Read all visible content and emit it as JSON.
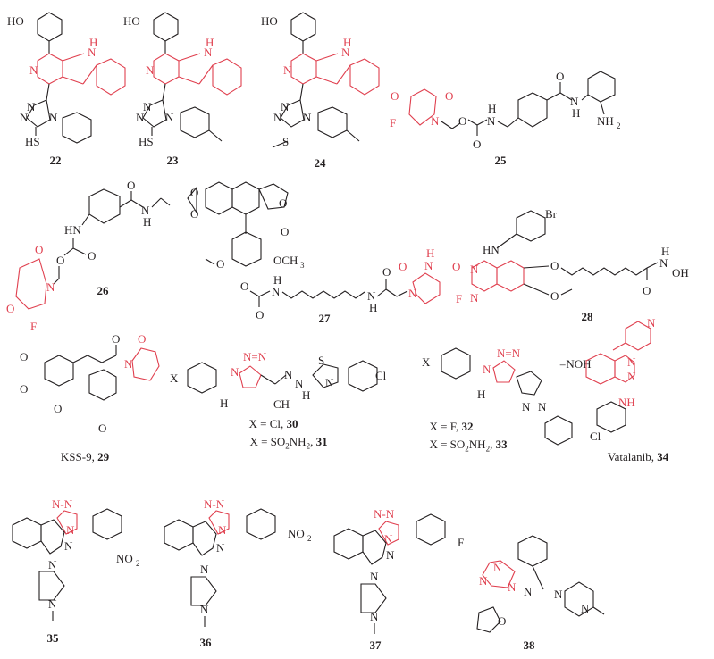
{
  "figure": {
    "highlight_color": "#e0404f",
    "line_color": "#231f20",
    "background": "#ffffff"
  },
  "compounds": [
    {
      "id": "22",
      "label": "22",
      "substituents": [
        "HO",
        "HS",
        "N",
        "H"
      ]
    },
    {
      "id": "23",
      "label": "23",
      "substituents": [
        "HO",
        "HS",
        "N",
        "H"
      ]
    },
    {
      "id": "24",
      "label": "24",
      "substituents": [
        "HO",
        "S",
        "N",
        "H"
      ]
    },
    {
      "id": "25",
      "label": "25",
      "substituents": [
        "F",
        "O",
        "N",
        "H",
        "NH2"
      ]
    },
    {
      "id": "26",
      "label": "26",
      "substituents": [
        "HN",
        "O",
        "N",
        "H",
        "F"
      ]
    },
    {
      "id": "27",
      "label": "27",
      "substituents": [
        "OCH3",
        "O",
        "N",
        "H",
        "F"
      ]
    },
    {
      "id": "28",
      "label": "28",
      "substituents": [
        "Br",
        "HN",
        "N",
        "OH",
        "O"
      ]
    },
    {
      "id": "29",
      "label": "KSS-9, 29",
      "prefix": "KSS-9, ",
      "number": "29"
    },
    {
      "id": "30",
      "label": "X = Cl, 30",
      "prefix": "X = Cl, ",
      "number": "30"
    },
    {
      "id": "31",
      "label": "X = SO2NH2, 31",
      "prefix_a": "X = SO",
      "sub1": "2",
      "prefix_b": "NH",
      "sub2": "2",
      "prefix_c": ", ",
      "number": "31"
    },
    {
      "id": "32",
      "label": "X = F, 32",
      "prefix": "X = F, ",
      "number": "32"
    },
    {
      "id": "33",
      "label": "X = SO2NH2, 33",
      "prefix_a": "X = SO",
      "sub1": "2",
      "prefix_b": "NH",
      "sub2": "2",
      "prefix_c": ", ",
      "number": "33"
    },
    {
      "id": "34",
      "label": "Vatalanib, 34",
      "prefix": "Vatalanib, ",
      "number": "34"
    },
    {
      "id": "35",
      "label": "35",
      "substituents": [
        "NO2"
      ]
    },
    {
      "id": "36",
      "label": "36",
      "substituents": [
        "NO2"
      ]
    },
    {
      "id": "37",
      "label": "37",
      "substituents": [
        "F"
      ]
    },
    {
      "id": "38",
      "label": "38",
      "substituents": [
        "O"
      ]
    }
  ],
  "atoms": {
    "HO": "HO",
    "HS": "HS",
    "S": "S",
    "N": "N",
    "H": "H",
    "F": "F",
    "O": "O",
    "NH": "NH",
    "HN": "HN",
    "NH2": "NH",
    "sub2": "2",
    "OCH3": "OCH",
    "sub3": "3",
    "Br": "Br",
    "OH": "OH",
    "Cl": "Cl",
    "X": "X",
    "H3C": "H",
    "CH3": "CH",
    "NOH": "NOH",
    "NO2": "NO",
    "eqNOH": "=NOH",
    "NN": "N=N",
    "NdashN": "N-N"
  }
}
